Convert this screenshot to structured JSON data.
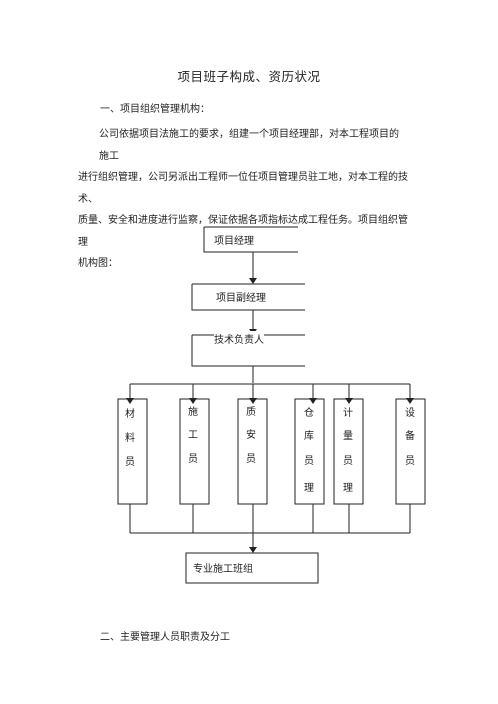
{
  "title": "项目班子构成、资历状况",
  "section1": "一、项目组织管理机构：",
  "paragraph": {
    "line1": "公司依据项目法施工的要求，组建一个项目经理部，对本工程项目的施工",
    "line2": "进行组织管理，公司另派出工程师一位任项目管理员驻工地，对本工程的技术、",
    "line3": "质量、安全和进度进行监察，保证依据各项指标达成工程任务。项目组织管理",
    "line4": "机构图："
  },
  "org": {
    "manager": "项目经理",
    "deputy": "项目副经理",
    "tech": "技术负责人",
    "roles": [
      {
        "chars": [
          "材",
          "料",
          "员"
        ]
      },
      {
        "chars": [
          "施",
          "工",
          "员"
        ]
      },
      {
        "chars": [
          "质",
          "安",
          "员"
        ]
      },
      {
        "chars": [
          "仓",
          "库",
          "员",
          "理"
        ]
      },
      {
        "chars": [
          "计",
          "量",
          "员",
          "理"
        ]
      },
      {
        "chars": [
          "设",
          "备",
          "员"
        ]
      }
    ],
    "team": "专业施工班组"
  },
  "section2": "二、主要管理人员职责及分工"
}
